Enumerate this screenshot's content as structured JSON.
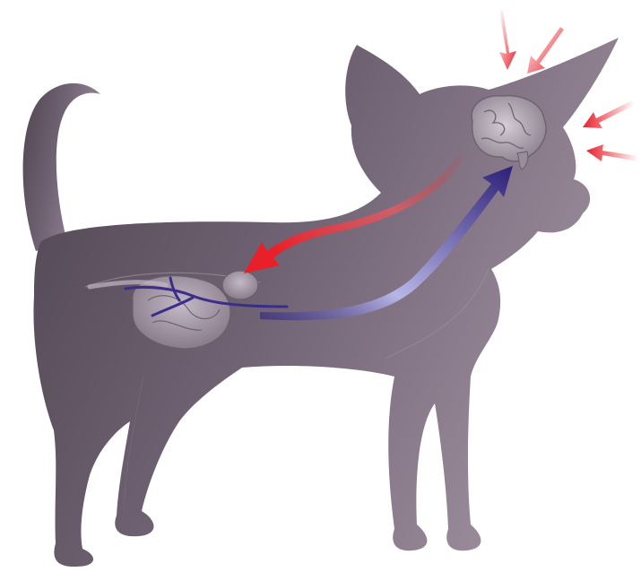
{
  "colors": {
    "background": "#ffffff",
    "dog_body_dark": "#4f4452",
    "dog_body_light": "#9a8b9b",
    "brain": "#b7aeb9",
    "organs": "#a79aa9",
    "stress_arrow": "#e8202a",
    "signal_arrow_light": "#b8b6e6",
    "signal_arrow_dark": "#2c1f78"
  },
  "illustration": {
    "subject": "dog-silhouette",
    "elements": [
      "brain",
      "digestive-organs",
      "external-stress-arrows",
      "brain-to-gut-arrow",
      "gut-to-brain-arrow"
    ]
  }
}
